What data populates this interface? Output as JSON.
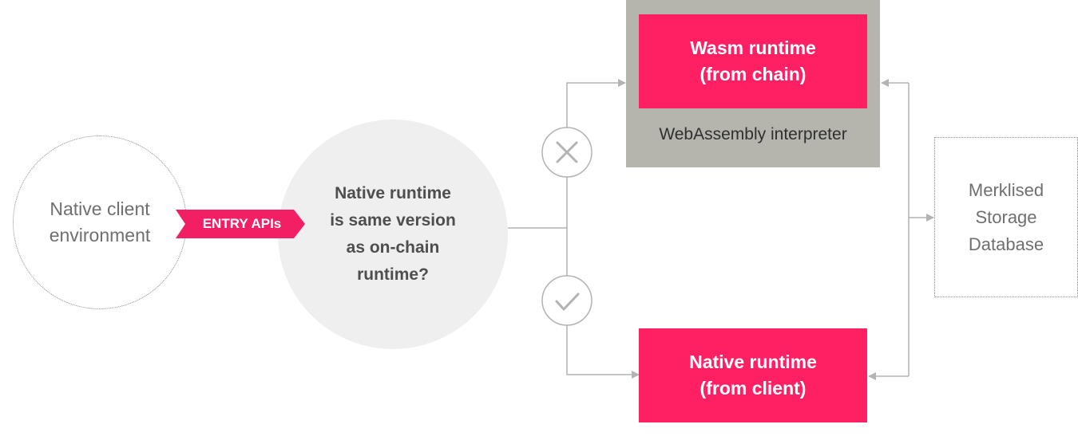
{
  "client": {
    "line1": "Native client",
    "line2": "environment"
  },
  "entry_api": {
    "label": "ENTRY APIs"
  },
  "decision": {
    "line1": "Native runtime",
    "line2": "is same version",
    "line3": "as on-chain",
    "line4": "runtime?"
  },
  "interpreter": {
    "label": "WebAssembly interpreter"
  },
  "wasm_runtime": {
    "line1": "Wasm runtime",
    "line2": "(from chain)"
  },
  "native_runtime": {
    "line1": "Native runtime",
    "line2": "(from client)"
  },
  "storage": {
    "line1": "Merklised",
    "line2": "Storage",
    "line3": "Database"
  },
  "icons": {
    "no": "x-icon",
    "yes": "check-icon"
  },
  "colors": {
    "accent_pink": "#ff1f63",
    "interpreter_gray": "#b5b5ad",
    "connector_gray": "#b3b3b3"
  }
}
